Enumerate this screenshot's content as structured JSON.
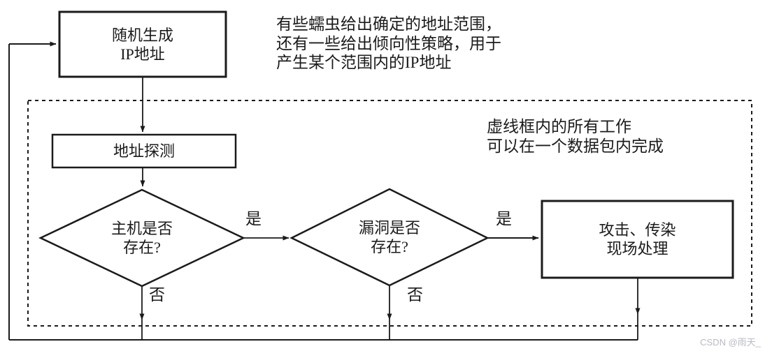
{
  "diagram": {
    "nodes": {
      "generate_ip": {
        "label": "随机生成\nIP地址"
      },
      "probe": {
        "label": "地址探测"
      },
      "host_exists": {
        "label": "主机是否\n存在?"
      },
      "vuln_exists": {
        "label": "漏洞是否\n存在?"
      },
      "attack": {
        "label": "攻击、传染\n现场处理"
      }
    },
    "edge_labels": {
      "host_yes": "是",
      "host_no": "否",
      "vuln_yes": "是",
      "vuln_no": "否"
    },
    "annotations": {
      "top_note": "有些蠕虫给出确定的地址范围，\n还有一些给出倾向性策略，用于\n产生某个范围内的IP地址",
      "dashed_box_note": "虚线框内的所有工作\n可以在一个数据包内完成"
    },
    "watermark": "CSDN @雨天_",
    "colors": {
      "line": "#1b1b1b",
      "watermark": "#b9bac2",
      "background": "#ffffff"
    }
  }
}
